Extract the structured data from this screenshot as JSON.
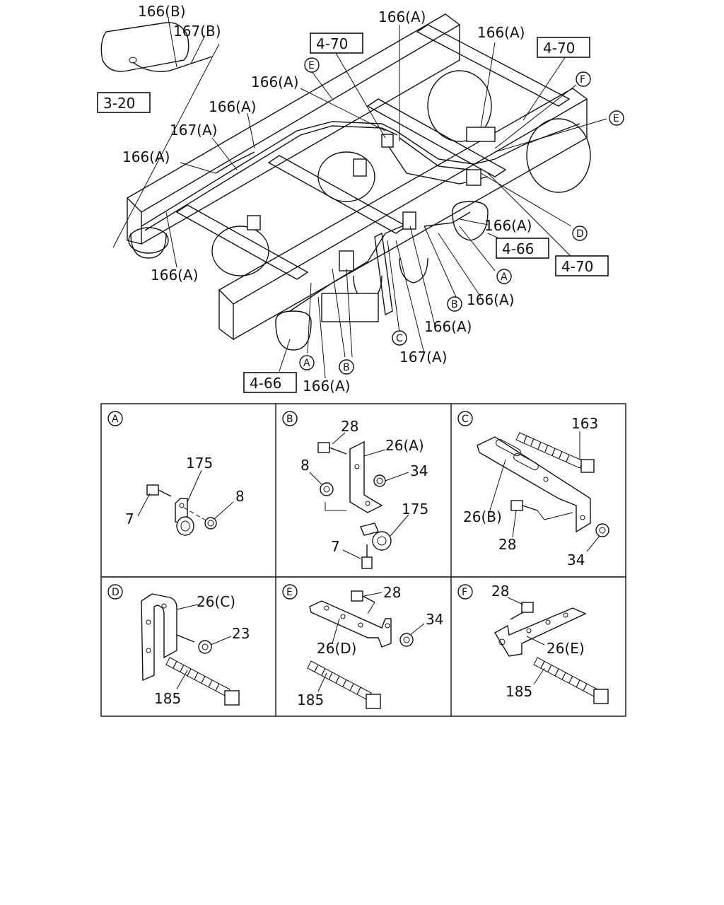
{
  "main": {
    "labels": {
      "l166b": "166(B)",
      "l167b": "167(B)",
      "l166a_top": "166(A)",
      "l166a_topright": "166(A)",
      "l166a_1": "166(A)",
      "l166a_2": "166(A)",
      "l167a_1": "167(A)",
      "l166a_3": "166(A)",
      "l166a_4": "166(A)",
      "l166a_5": "166(A)",
      "l166a_6": "166(A)",
      "l166a_7": "166(A)",
      "l166a_8": "166(A)",
      "l167a_2": "167(A)"
    },
    "refs": {
      "r320": "3-20",
      "r470_a": "4-70",
      "r470_b": "4-70",
      "r470_c": "4-70",
      "r466_a": "4-66",
      "r466_b": "4-66"
    },
    "callouts": {
      "c_e1": "E",
      "c_e2": "E",
      "c_f": "F",
      "c_d": "D",
      "c_a1": "A",
      "c_a2": "A",
      "c_b1": "B",
      "c_b2": "B",
      "c_c": "C"
    }
  },
  "details": {
    "A": {
      "letter": "A",
      "parts": [
        "175",
        "7",
        "8"
      ]
    },
    "B": {
      "letter": "B",
      "parts": [
        "28",
        "26(A)",
        "8",
        "34",
        "175",
        "7"
      ]
    },
    "C": {
      "letter": "C",
      "parts": [
        "163",
        "26(B)",
        "28",
        "34"
      ]
    },
    "D": {
      "letter": "D",
      "parts": [
        "26(C)",
        "23",
        "185"
      ]
    },
    "E": {
      "letter": "E",
      "parts": [
        "28",
        "34",
        "26(D)",
        "185"
      ]
    },
    "F": {
      "letter": "F",
      "parts": [
        "28",
        "26(E)",
        "185"
      ]
    }
  }
}
